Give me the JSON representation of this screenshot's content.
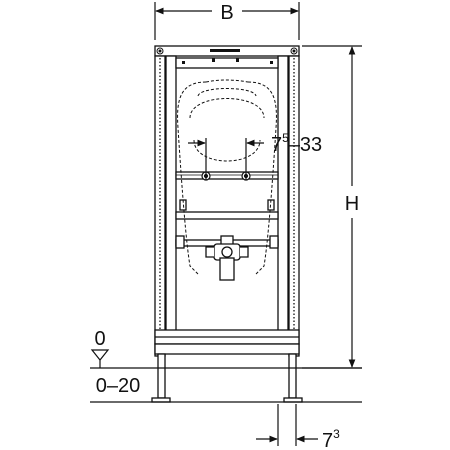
{
  "dimensions": {
    "width_label": "B",
    "height_label": "H",
    "connection_spacing": {
      "base": "7",
      "superscript": "5",
      "suffix": "–33"
    },
    "floor_level": "0",
    "floor_range": "0–20",
    "foot_offset": {
      "base": "7",
      "superscript": "3"
    }
  }
}
